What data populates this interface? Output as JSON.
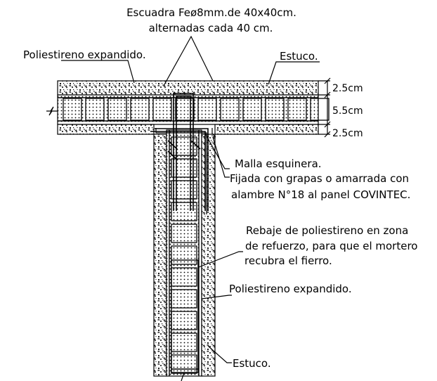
{
  "labels": {
    "title_line1": "Escuadra Feø8mm.de 40x40cm.",
    "title_line2": "alternadas cada 40 cm.",
    "poliestireno_top": "Poliestireno expandido.",
    "estuco_top": "Estuco.",
    "malla_line1": "Malla esquinera.",
    "malla_line2": "Fijada con grapas o amarrada con",
    "malla_line3": "alambre N°18 al panel COVINTEC.",
    "rebaje_line1": "Rebaje de  poliestireno en zona",
    "rebaje_line2": "de refuerzo, para que el mortero",
    "rebaje_line3": "recubra el fierro.",
    "poliestireno_mid": "Poliestireno expandido.",
    "estuco_bottom": "Estuco."
  },
  "dimensions": {
    "d1": "2.5cm",
    "d2": "5.5cm",
    "d3": "2.5cm"
  }
}
